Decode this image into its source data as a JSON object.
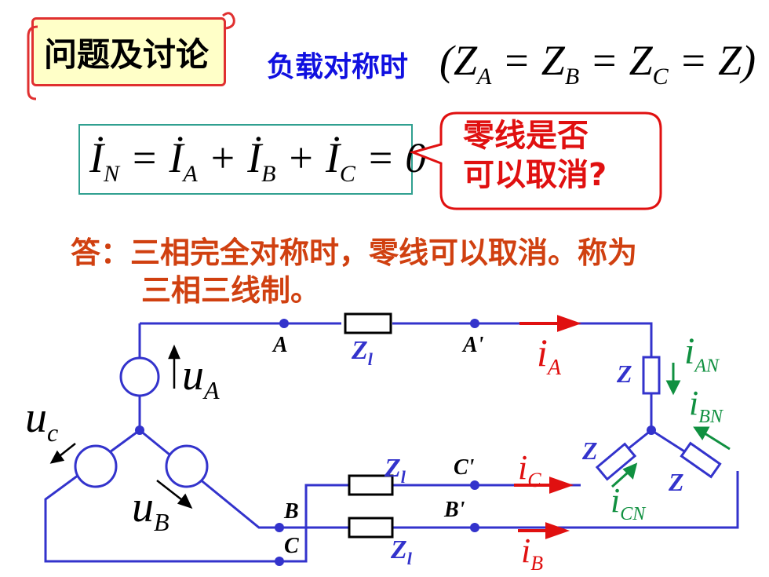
{
  "header": {
    "banner_label": "问题及讨论",
    "title_blue": "负载对称时",
    "condition_eq": "(Z_A = Z_B = Z_C = Z)"
  },
  "formula": {
    "kcl": "İ_N = İ_A + İ_B + İ_C = 0"
  },
  "callout": {
    "line1": "零线是否",
    "line2": "可以取消?"
  },
  "answer": {
    "line1": "答：三相完全对称时，零线可以取消。称为",
    "line2": "三相三线制。"
  },
  "circuit": {
    "nodes": [
      "A",
      "A'",
      "B",
      "B'",
      "C",
      "C'"
    ],
    "line_impedance": "Z_l",
    "load_impedance": "Z",
    "sources": [
      "u_A",
      "u_B",
      "u_C"
    ],
    "line_currents": [
      "i_A",
      "i_B",
      "i_C"
    ],
    "phase_currents": [
      "i_AN",
      "i_BN",
      "i_CN"
    ],
    "colors": {
      "wire": "#3333cc",
      "current": "#e01010",
      "phase_current": "#109040",
      "node": "#3333cc"
    }
  }
}
